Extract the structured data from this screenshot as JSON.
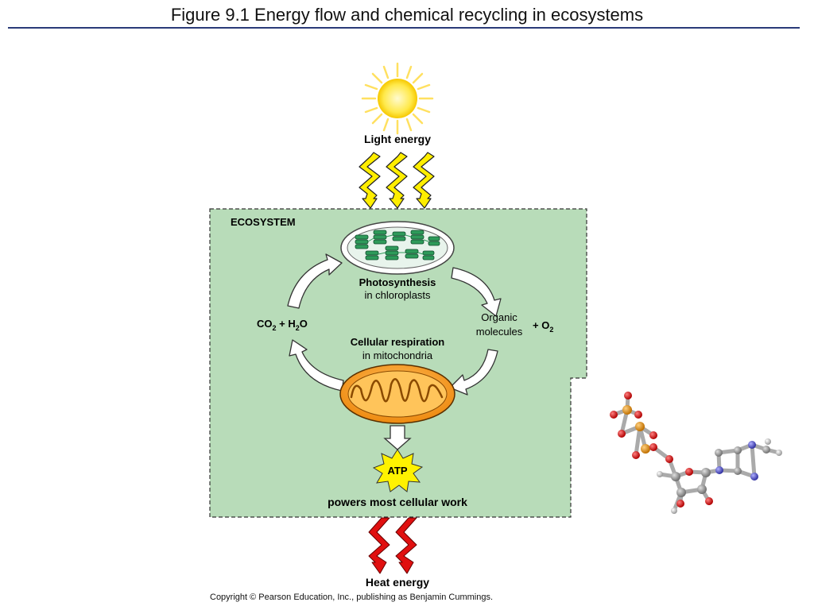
{
  "title": "Figure 9.1  Energy flow and chemical recycling in ecosystems",
  "diagram": {
    "light_energy": "Light energy",
    "ecosystem": "ECOSYSTEM",
    "photosynthesis": "Photosynthesis",
    "in_chloroplasts": "in chloroplasts",
    "cellular_respiration": "Cellular respiration",
    "in_mitochondria": "in mitochondria",
    "co2_part": "CO",
    "co2_sub": "2",
    "plus_h": " + H",
    "h2o_sub": "2",
    "h2o_o": "O",
    "organic": "Organic",
    "molecules": "molecules",
    "plus_o": "+ O",
    "o2_sub": "2",
    "atp": "ATP",
    "powers": "powers most cellular work",
    "heat_energy": "Heat energy"
  },
  "copyright": "Copyright © Pearson Education, Inc., publishing as Benjamin Cummings.",
  "colors": {
    "ecosystem_fill": "#b8dcb9",
    "sun": "#ffe94a",
    "lightning": "#ffee00",
    "heat": "#e01010",
    "mitochondrion": "#f59a1e",
    "chloroplast": "#2e9a5a",
    "atp_star": "#fff200"
  }
}
